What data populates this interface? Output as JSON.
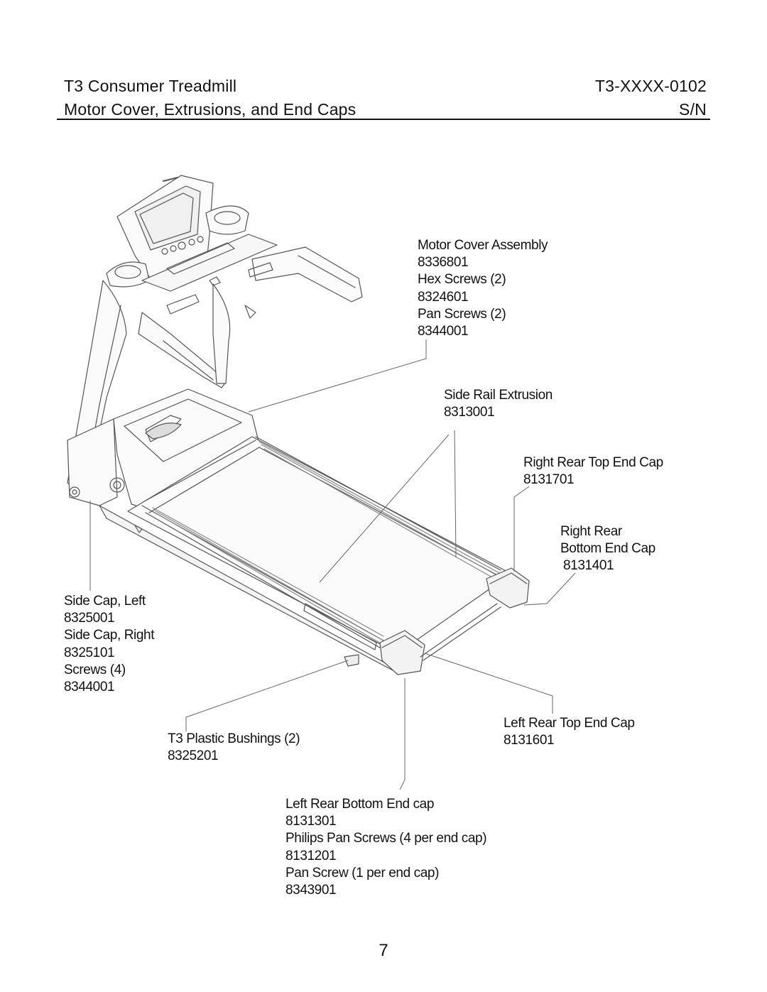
{
  "header": {
    "product": "T3 Consumer Treadmill",
    "model_code": "T3-XXXX-0102",
    "section_title": "Motor Cover, Extrusions, and End Caps",
    "serial_label": "S/N"
  },
  "callouts": {
    "motor_cover": [
      "Motor Cover Assembly",
      "8336801",
      "Hex Screws (2)",
      "8324601",
      "Pan Screws (2)",
      "8344001"
    ],
    "side_rail": [
      "Side Rail Extrusion",
      "8313001"
    ],
    "right_rear_top": [
      "Right Rear Top End Cap",
      "8131701"
    ],
    "right_rear_bottom": [
      "Right Rear",
      "Bottom End Cap",
      "8131401"
    ],
    "side_caps": [
      "Side Cap, Left",
      "8325001",
      "Side Cap, Right",
      "8325101",
      "Screws (4)",
      "8344001"
    ],
    "left_rear_top": [
      "Left Rear Top End Cap",
      "8131601"
    ],
    "bushings": [
      "T3 Plastic Bushings (2)",
      "8325201"
    ],
    "left_rear_bottom": [
      "Left Rear  Bottom  End cap",
      "8131301",
      "Philips Pan Screws (4 per end cap)",
      "8131201",
      "Pan Screw (1 per end cap)",
      "8343901"
    ]
  },
  "page_number": "7"
}
